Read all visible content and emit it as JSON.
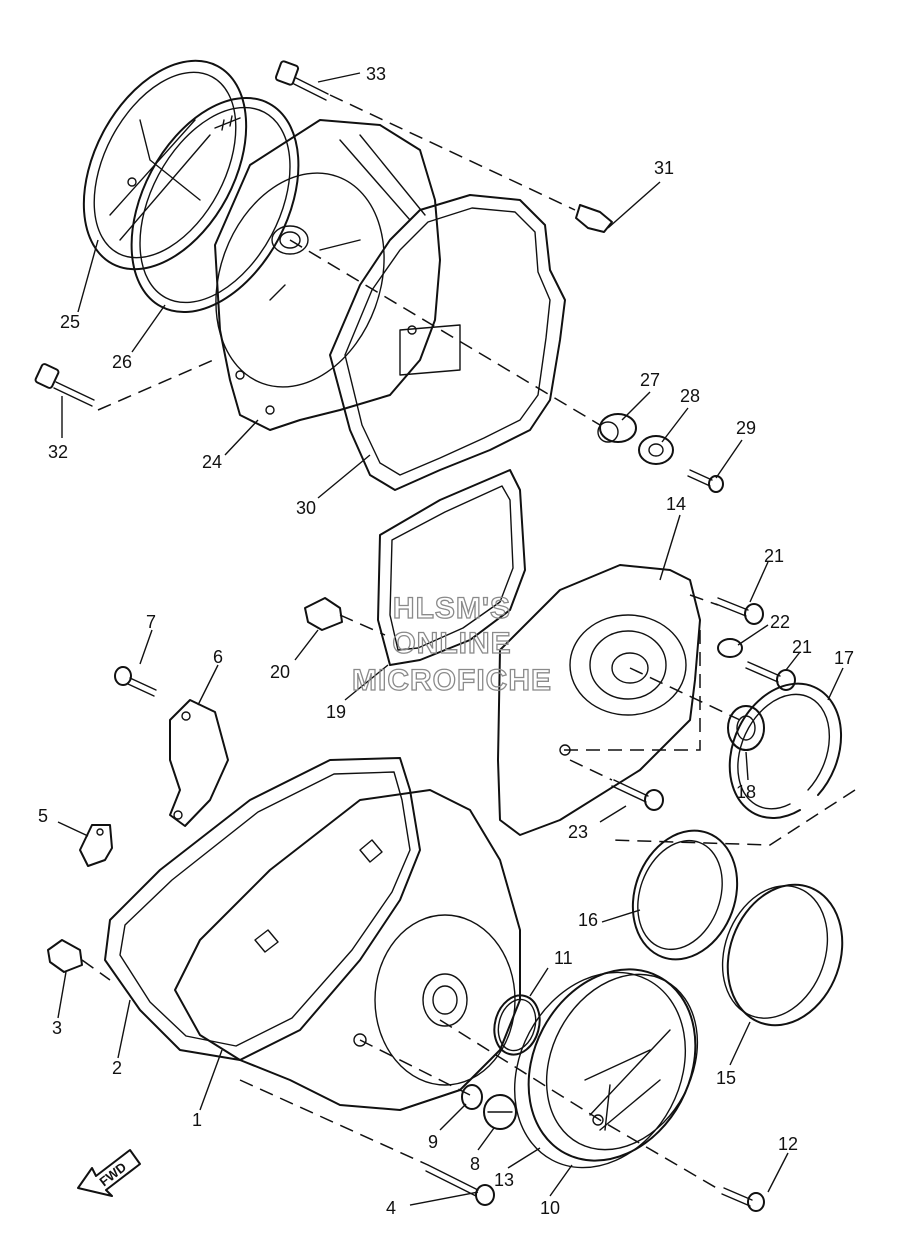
{
  "watermark": {
    "line1": "HLSM'S",
    "line2": "ONLINE",
    "line3": "MICROFICHE"
  },
  "direction_arrow": "FWD",
  "callouts": {
    "c1": "1",
    "c2": "2",
    "c3": "3",
    "c4": "4",
    "c5": "5",
    "c6": "6",
    "c7": "7",
    "c8": "8",
    "c9": "9",
    "c10": "10",
    "c11": "11",
    "c12": "12",
    "c13": "13",
    "c14": "14",
    "c15": "15",
    "c16": "16",
    "c17": "17",
    "c18": "18",
    "c19": "19",
    "c20": "20",
    "c21a": "21",
    "c21b": "21",
    "c22": "22",
    "c23": "23",
    "c24": "24",
    "c25": "25",
    "c26": "26",
    "c27": "27",
    "c28": "28",
    "c29": "29",
    "c30": "30",
    "c31": "31",
    "c32": "32",
    "c33": "33"
  }
}
